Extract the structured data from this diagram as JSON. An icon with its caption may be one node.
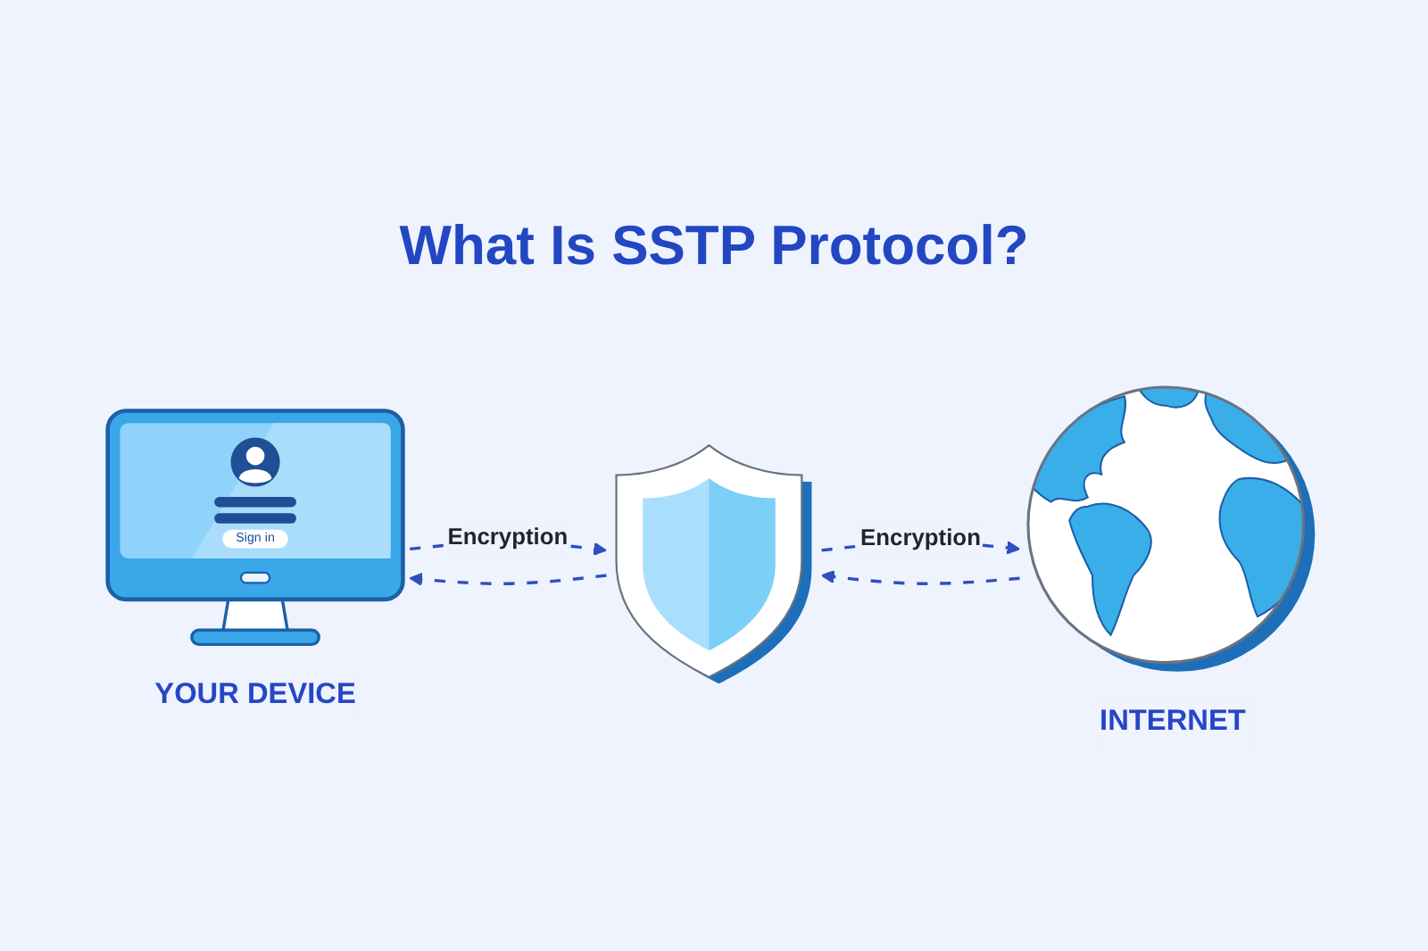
{
  "diagram": {
    "title": "What Is SSTP Protocol?",
    "nodes": [
      {
        "text": [
          "YOUR DEVICE"
        ]
      },
      {
        "text": [],
        "shape": "picture"
      },
      {
        "text": [
          "INTERNET"
        ]
      }
    ],
    "edges": [
      {
        "from": 0,
        "to": 1,
        "arrow": "to",
        "label": "Encryption",
        "style": "dashed"
      },
      {
        "from": 1,
        "to": 0,
        "arrow": "to",
        "style": "dashed"
      },
      {
        "from": 1,
        "to": 2,
        "arrow": "to",
        "label": "Encryption",
        "style": "dashed"
      },
      {
        "from": 2,
        "to": 1,
        "arrow": "to",
        "style": "dashed"
      }
    ],
    "labels": [
      "Sign in"
    ]
  }
}
